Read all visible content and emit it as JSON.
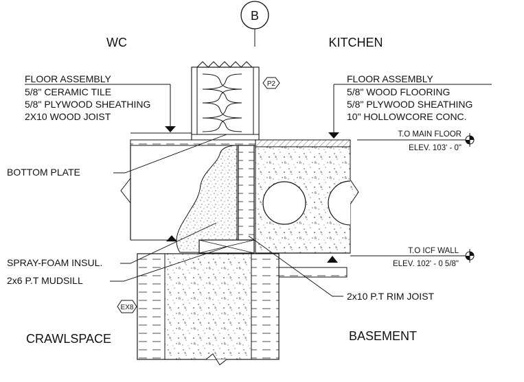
{
  "grid_bubble": "B",
  "rooms": {
    "wc": "WC",
    "kitchen": "KITCHEN",
    "crawlspace": "CRAWLSPACE",
    "basement": "BASEMENT"
  },
  "floor_assembly_left": {
    "title": "FLOOR ASSEMBLY",
    "lines": [
      "5/8\" CERAMIC TILE",
      "5/8\" PLYWOOD SHEATHING",
      "2X10 WOOD JOIST"
    ]
  },
  "floor_assembly_right": {
    "title": "FLOOR ASSEMBLY",
    "lines": [
      "5/8\" WOOD FLOORING",
      "5/8\" PLYWOOD SHEATHING",
      "10\" HOLLOWCORE CONC."
    ]
  },
  "elevations": {
    "main_floor": {
      "label": "T.O MAIN FLOOR",
      "value": "ELEV. 103' - 0\""
    },
    "icf_wall": {
      "label": "T.O ICF WALL",
      "value": "ELEV. 102' - 0 5/8\""
    }
  },
  "tags": {
    "partition": "P2",
    "exterior": "EX8"
  },
  "callouts": {
    "bottom_plate": "BOTTOM PLATE",
    "spray_foam": "SPRAY-FOAM INSUL.",
    "mudsill": "2x6 P.T MUDSILL",
    "rim_joist": "2x10 P.T RIM JOIST"
  }
}
